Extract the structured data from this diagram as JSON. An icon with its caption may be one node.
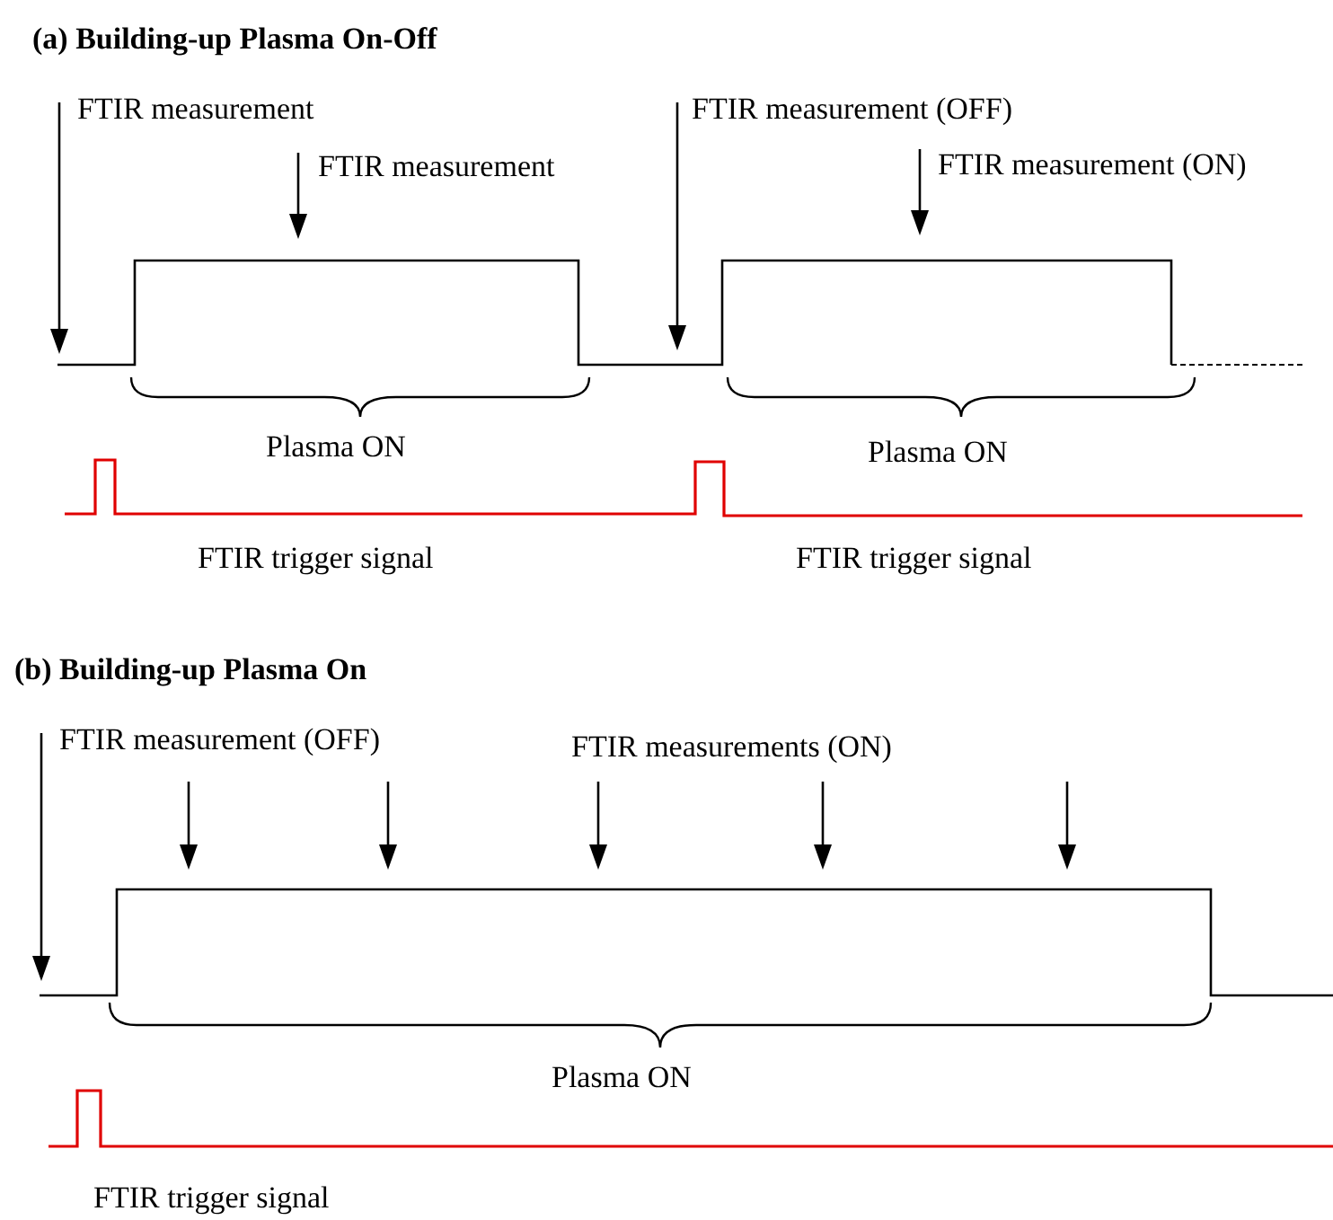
{
  "diagram": {
    "labels": [
      "(a) Building-up Plasma On-Off",
      "FTIR measurement",
      "FTIR measurement (OFF)",
      "FTIR measurement",
      "FTIR measurement (ON)",
      "Plasma ON",
      "Plasma ON",
      "FTIR trigger signal",
      "FTIR trigger signal",
      "(b) Building-up Plasma On",
      "FTIR measurement (OFF)",
      "FTIR measurements (ON)",
      "Plasma ON",
      "FTIR trigger signal"
    ]
  }
}
